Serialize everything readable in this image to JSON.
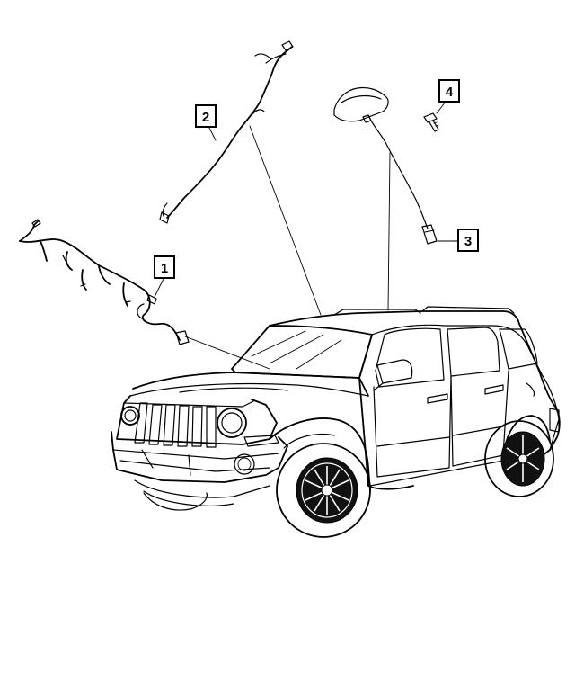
{
  "callouts": [
    {
      "id": "1",
      "label": "1"
    },
    {
      "id": "2",
      "label": "2"
    },
    {
      "id": "3",
      "label": "3"
    },
    {
      "id": "4",
      "label": "4"
    }
  ],
  "parts": [
    {
      "callout": "1",
      "name": "front-wiring-harness"
    },
    {
      "callout": "2",
      "name": "roof-wiring-harness"
    },
    {
      "callout": "3",
      "name": "antenna-with-cable"
    },
    {
      "callout": "4",
      "name": "screw"
    }
  ],
  "colors": {
    "line": "#000000",
    "background": "#ffffff"
  }
}
